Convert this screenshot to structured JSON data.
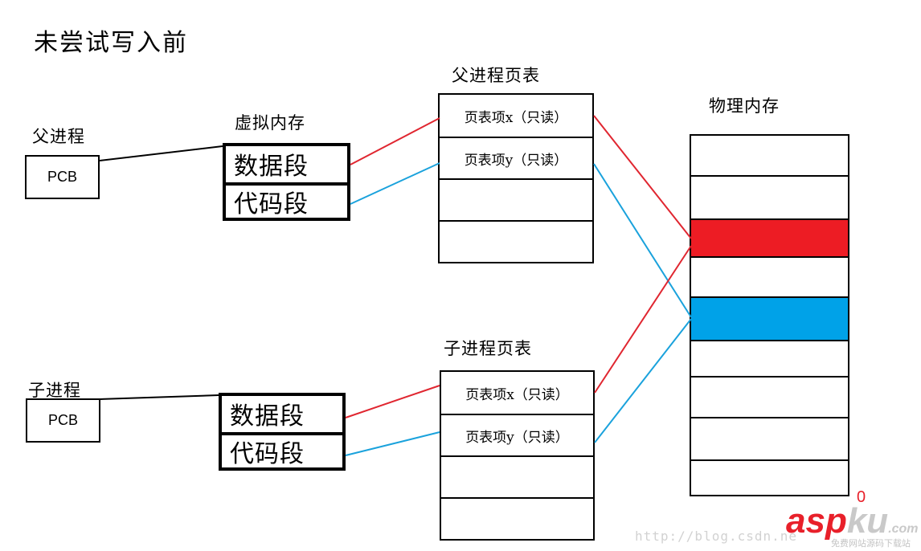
{
  "title": "未尝试写入前",
  "parent": {
    "label": "父进程",
    "pcb": "PCB",
    "vm_label": "虚拟内存",
    "segments": [
      "数据段",
      "代码段"
    ],
    "pt_label": "父进程页表",
    "pt_rows": [
      "页表项x（只读）",
      "页表项y（只读）",
      "",
      ""
    ]
  },
  "child": {
    "label": "子进程",
    "pcb": "PCB",
    "segments": [
      "数据段",
      "代码段"
    ],
    "pt_label": "子进程页表",
    "pt_rows": [
      "页表项x（只读）",
      "页表项y（只读）",
      "",
      ""
    ]
  },
  "memory": {
    "label": "物理内存",
    "block_colors": [
      "",
      "",
      "#ed1c24",
      "",
      "#00a2e8",
      "",
      "",
      "",
      ""
    ]
  },
  "colors": {
    "red": "#e02630",
    "blue": "#1aa2dc",
    "black": "#000000"
  },
  "watermark": {
    "url": "http://blog.csdn.ne",
    "logo_a": "asp",
    "logo_b": "ku",
    "suffix": ".com",
    "zero": "0",
    "sub": "免费网站源码下载站"
  }
}
